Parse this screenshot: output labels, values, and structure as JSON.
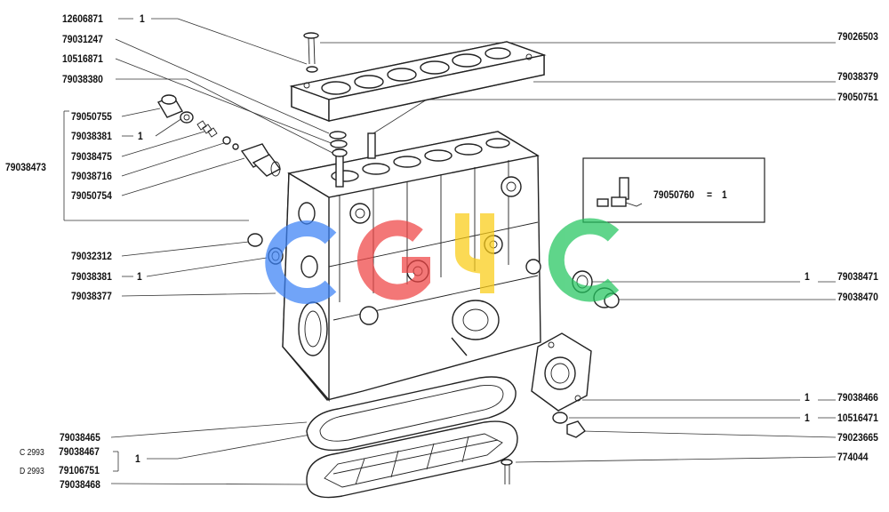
{
  "labels": {
    "l_12606871": "12606871",
    "l_79031247": "79031247",
    "l_10516871": "10516871",
    "l_79038380": "79038380",
    "l_79050755": "79050755",
    "l_79038381a": "79038381",
    "l_79038475": "79038475",
    "l_79038716": "79038716",
    "l_79050754": "79050754",
    "l_79038473": "79038473",
    "l_79032312": "79032312",
    "l_79038381b": "79038381",
    "l_79038377": "79038377",
    "l_79038465": "79038465",
    "l_c2993": "C 2993",
    "l_79038467": "79038467",
    "l_d2993": "D 2993",
    "l_79106751": "79106751",
    "l_79038468": "79038468",
    "r_79026503": "79026503",
    "r_79038379": "79038379",
    "r_79050751": "79050751",
    "r_79038471": "79038471",
    "r_79038470": "79038470",
    "r_79038466": "79038466",
    "r_10516471": "10516471",
    "r_79023665": "79023665",
    "r_774044": "774044"
  },
  "quantities": {
    "q_12606871": "1",
    "q_79038381a": "1",
    "q_79038381b": "1",
    "q_gasket_pair": "1",
    "q_79038471": "1",
    "q_79038466": "1",
    "q_10516471": "1"
  },
  "inset": {
    "part": "79050760",
    "eq": "=",
    "qty": "1"
  },
  "watermark": {
    "colors": [
      "#3b82f6",
      "#ef4444",
      "#facc15",
      "#22c55e"
    ],
    "icon": "cgc-watermark-logo"
  }
}
